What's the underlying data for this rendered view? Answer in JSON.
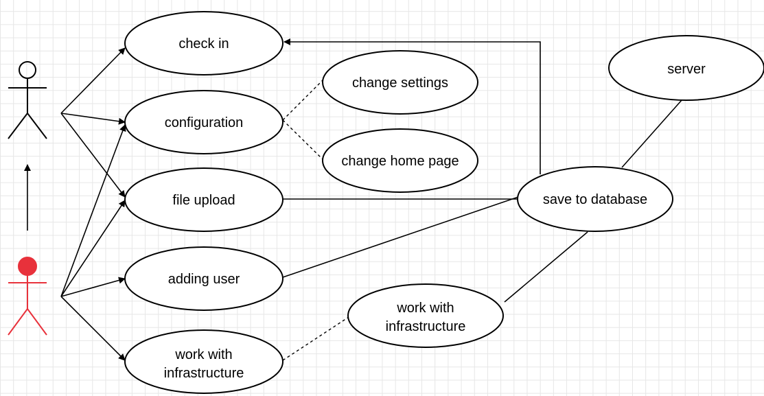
{
  "use_cases": {
    "check_in": "check in",
    "configuration": "configuration",
    "change_settings": "change settings",
    "change_home_page": "change home page",
    "file_upload": "file upload",
    "adding_user": "adding user",
    "work_infra_left": [
      "work with",
      "infrastructure"
    ],
    "work_infra_mid": [
      "work with",
      "infrastructure"
    ],
    "save_to_database": "save to database",
    "server": "server"
  },
  "colors": {
    "actor_top": "#000000",
    "actor_bottom": "#e8313b",
    "line": "#000000",
    "grid": "#e6e6e6"
  }
}
